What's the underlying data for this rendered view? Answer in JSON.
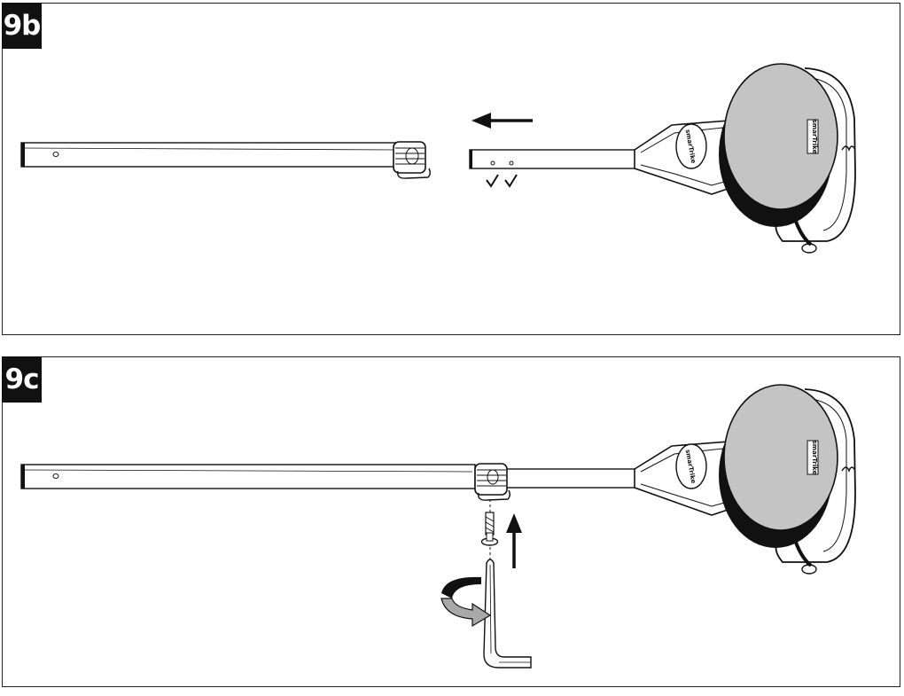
{
  "steps": [
    {
      "label": "9b",
      "brand_label": "smarTrike",
      "brand_badge": "smarTrike"
    },
    {
      "label": "9c",
      "brand_label": "smarTrike",
      "brand_badge": "smarTrike"
    }
  ],
  "colors": {
    "ink": "#111111",
    "disc_fill": "#c4c4c4",
    "panel_border": "#222222",
    "arrow_gray": "#a9a9a9"
  },
  "icons": [
    "left-arrow-icon",
    "up-arrow-icon",
    "checkmark-icon",
    "rotate-arrow-icon",
    "hex-key-icon",
    "screw-icon",
    "clamp-icon"
  ]
}
